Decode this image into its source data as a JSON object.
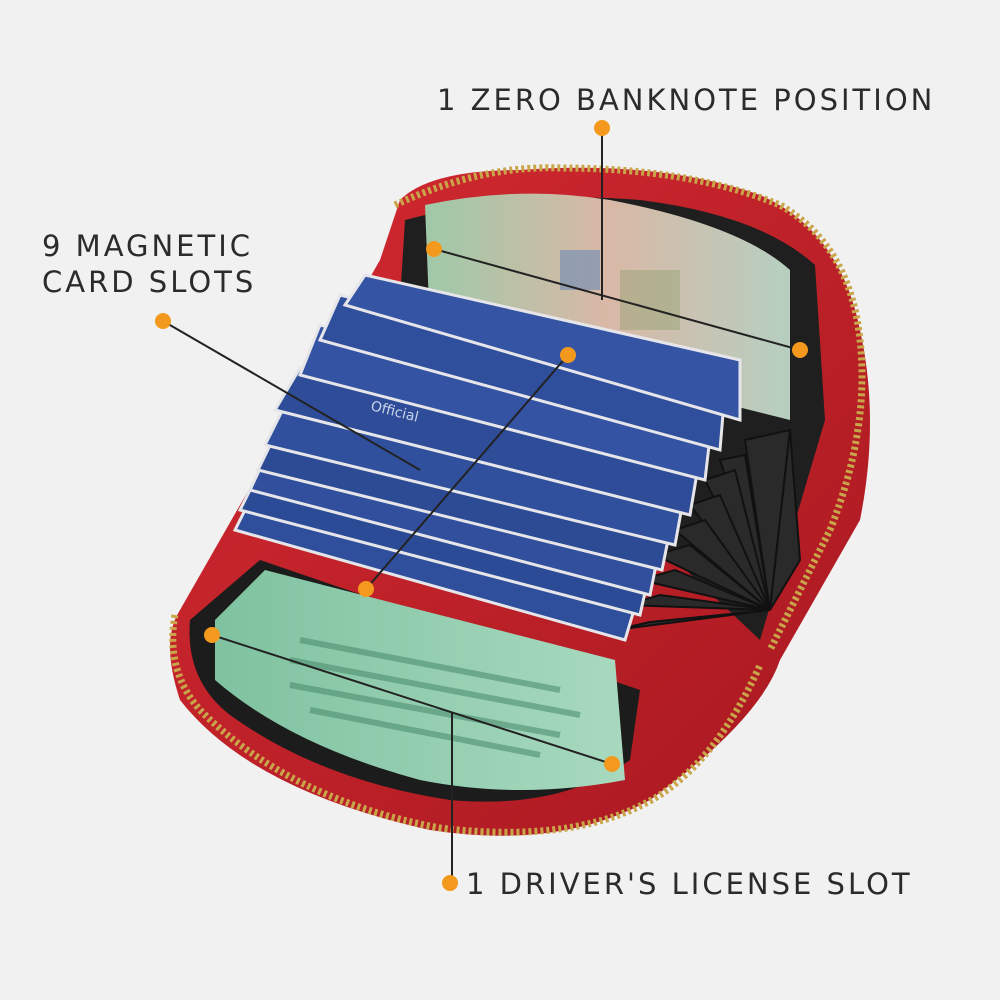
{
  "callouts": {
    "banknote": "1 ZERO BANKNOTE POSITION",
    "card_slots_line1": "9 MAGNETIC",
    "card_slots_line2": "CARD SLOTS",
    "license": "1 DRIVER'S LICENSE SLOT"
  },
  "card_print": "Official",
  "colors": {
    "background": "#f1f1f1",
    "callout_text": "#2b2b2b",
    "dot": "#f39a1e",
    "leader_line": "#222222",
    "wallet_red": "#c8232b",
    "zipper": "#c9a64a",
    "lining": "#1c1c1c",
    "card_blue": "#2f4f9c"
  },
  "icons": {
    "callout_marker": "orange-dot-icon"
  }
}
